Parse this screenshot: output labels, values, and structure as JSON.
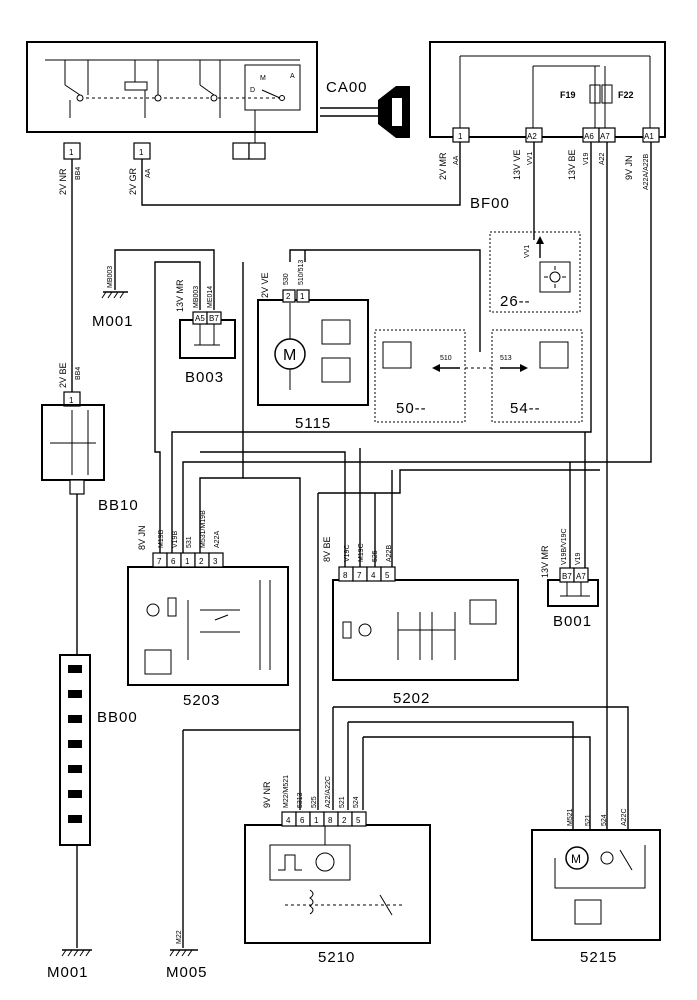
{
  "components": {
    "ca00": "CA00",
    "bf00": "BF00",
    "f19": "F19",
    "f22": "F22",
    "bb10": "BB10",
    "bb00": "BB00",
    "b003": "B003",
    "b001": "B001",
    "c5115": "5115",
    "c5203": "5203",
    "c5202": "5202",
    "c5210": "5210",
    "c5215": "5215",
    "c26": "26--",
    "c50": "50--",
    "c54": "54--",
    "m001a": "M001",
    "m001b": "M001",
    "m005": "M005"
  },
  "connectors": {
    "ca00_left": {
      "color": "2V NR",
      "wire": "BB4",
      "pin": "1"
    },
    "ca00_mid": {
      "color": "2V GR",
      "wire": "AA",
      "pin": "1"
    },
    "bf00_mr": {
      "color": "2V MR",
      "wire": "AA",
      "pin": "1"
    },
    "bf00_ve": {
      "color": "13V VE",
      "wire": "VV1",
      "pin": "A2"
    },
    "bf00_be": {
      "color": "13V BE",
      "wires": [
        "V19",
        "A22"
      ],
      "pins": [
        "A6",
        "A7"
      ]
    },
    "bf00_jn": {
      "color": "9V JN",
      "wire": "A22A/A22B",
      "pin": "A1"
    },
    "bb10": {
      "color": "2V BE",
      "wire": "BB4",
      "pin": "1"
    },
    "b003": {
      "color": "13V MR",
      "wires": [
        "MB003",
        "ME014"
      ],
      "pins": [
        "A5",
        "B7"
      ]
    },
    "m001_wire": "MB003",
    "c5115": {
      "color": "2V VE",
      "wires": [
        "530",
        "510/513"
      ],
      "pins": [
        "2",
        "1"
      ]
    },
    "c26_wire": "VV1",
    "c50_wire": "510",
    "c54_wire": "513",
    "c5203": {
      "color": "8V JN",
      "wires": [
        "M19B",
        "V19B",
        "531",
        "M531/M19B",
        "A22A"
      ],
      "pins": [
        "7",
        "6",
        "1",
        "2",
        "3"
      ]
    },
    "c5202": {
      "color": "8V BE",
      "wires": [
        "V19C",
        "M19C",
        "525",
        "A22B"
      ],
      "pins": [
        "8",
        "7",
        "4",
        "5"
      ]
    },
    "b001": {
      "color": "13V MR",
      "wires": [
        "V19B/V19C",
        "V19"
      ],
      "pins": [
        "B7",
        "A7"
      ]
    },
    "c5210": {
      "color": "9V NR",
      "wires": [
        "M22/M521",
        "5313",
        "525",
        "A22/A22C",
        "521",
        "524"
      ],
      "pins": [
        "4",
        "6",
        "1",
        "8",
        "2",
        "5"
      ]
    },
    "c5215": {
      "wires": [
        "M521",
        "521",
        "524",
        "A22C"
      ]
    },
    "m005_wire": "M22"
  }
}
